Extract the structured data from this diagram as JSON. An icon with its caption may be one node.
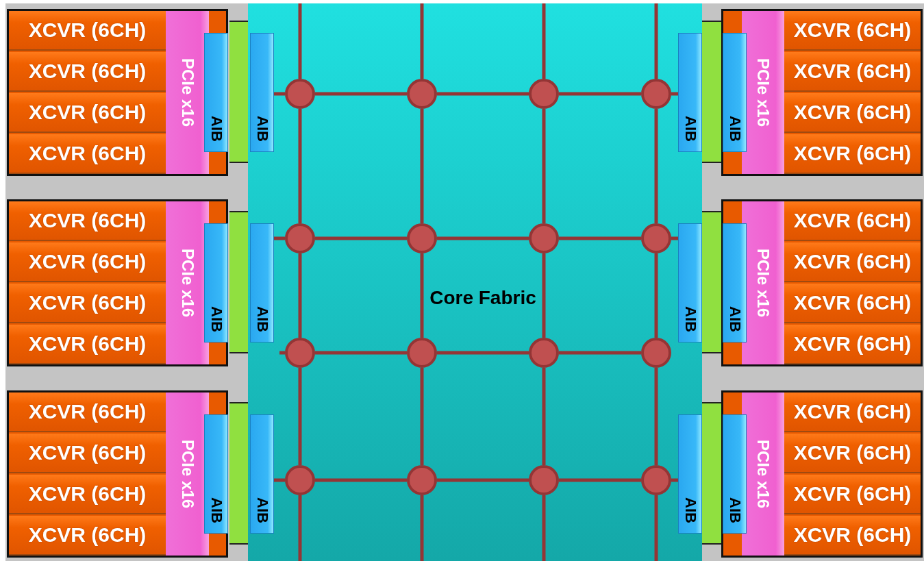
{
  "diagram": {
    "nodes": [
      {
        "text": [],
        "shape": "box"
      },
      {
        "text": [
          "XCVR (6CH)"
        ],
        "in": 0
      },
      {
        "text": [
          "XCVR (6CH)"
        ],
        "in": 0
      },
      {
        "text": [
          "XCVR (6CH)"
        ],
        "in": 0
      },
      {
        "text": [
          "XCVR (6CH)"
        ],
        "in": 0
      },
      {
        "text": [
          "PCIe x16"
        ],
        "in": 0
      },
      {
        "text": [
          "AIB"
        ],
        "in": 0
      },
      {
        "text": [],
        "shape": "bar"
      },
      {
        "text": [],
        "shape": "box"
      },
      {
        "text": [
          "XCVR (6CH)"
        ],
        "in": 8
      },
      {
        "text": [
          "XCVR (6CH)"
        ],
        "in": 8
      },
      {
        "text": [
          "XCVR (6CH)"
        ],
        "in": 8
      },
      {
        "text": [
          "XCVR (6CH)"
        ],
        "in": 8
      },
      {
        "text": [
          "PCIe x16"
        ],
        "in": 8
      },
      {
        "text": [
          "AIB"
        ],
        "in": 8
      },
      {
        "text": [],
        "shape": "bar"
      },
      {
        "text": [],
        "shape": "box"
      },
      {
        "text": [
          "XCVR (6CH)"
        ],
        "in": 16
      },
      {
        "text": [
          "XCVR (6CH)"
        ],
        "in": 16
      },
      {
        "text": [
          "XCVR (6CH)"
        ],
        "in": 16
      },
      {
        "text": [
          "XCVR (6CH)"
        ],
        "in": 16
      },
      {
        "text": [
          "PCIe x16"
        ],
        "in": 16
      },
      {
        "text": [
          "AIB"
        ],
        "in": 16
      },
      {
        "text": [],
        "shape": "bar"
      },
      {
        "text": [
          "Core Fabric"
        ]
      },
      {
        "text": [
          "AIB"
        ],
        "in": 24
      },
      {
        "text": [
          "AIB"
        ],
        "in": 24
      },
      {
        "text": [
          "AIB"
        ],
        "in": 24
      },
      {
        "text": [
          "AIB"
        ],
        "in": 24
      },
      {
        "text": [
          "AIB"
        ],
        "in": 24
      },
      {
        "text": [
          "AIB"
        ],
        "in": 24
      },
      {
        "text": [],
        "shape": "circle",
        "in": 24
      },
      {
        "text": [],
        "shape": "circle",
        "in": 24
      },
      {
        "text": [],
        "shape": "circle",
        "in": 24
      },
      {
        "text": [],
        "shape": "circle",
        "in": 24
      },
      {
        "text": [],
        "shape": "circle",
        "in": 24
      },
      {
        "text": [],
        "shape": "circle",
        "in": 24
      },
      {
        "text": [],
        "shape": "circle",
        "in": 24
      },
      {
        "text": [],
        "shape": "circle",
        "in": 24
      },
      {
        "text": [],
        "shape": "circle",
        "in": 24
      },
      {
        "text": [],
        "shape": "circle",
        "in": 24
      },
      {
        "text": [],
        "shape": "circle",
        "in": 24
      },
      {
        "text": [],
        "shape": "circle",
        "in": 24
      },
      {
        "text": [],
        "shape": "circle",
        "in": 24
      },
      {
        "text": [],
        "shape": "circle",
        "in": 24
      },
      {
        "text": [],
        "shape": "circle",
        "in": 24
      },
      {
        "text": [],
        "shape": "circle",
        "in": 24
      },
      {
        "text": [],
        "shape": "bar"
      },
      {
        "text": [],
        "shape": "box"
      },
      {
        "text": [
          "AIB"
        ],
        "in": 48
      },
      {
        "text": [
          "PCIe x16"
        ],
        "in": 48
      },
      {
        "text": [
          "XCVR (6CH)"
        ],
        "in": 48
      },
      {
        "text": [
          "XCVR (6CH)"
        ],
        "in": 48
      },
      {
        "text": [
          "XCVR (6CH)"
        ],
        "in": 48
      },
      {
        "text": [
          "XCVR (6CH)"
        ],
        "in": 48
      },
      {
        "text": [],
        "shape": "bar"
      },
      {
        "text": [],
        "shape": "box"
      },
      {
        "text": [
          "AIB"
        ],
        "in": 56
      },
      {
        "text": [
          "PCIe x16"
        ],
        "in": 56
      },
      {
        "text": [
          "XCVR (6CH)"
        ],
        "in": 56
      },
      {
        "text": [
          "XCVR (6CH)"
        ],
        "in": 56
      },
      {
        "text": [
          "XCVR (6CH)"
        ],
        "in": 56
      },
      {
        "text": [
          "XCVR (6CH)"
        ],
        "in": 56
      },
      {
        "text": [],
        "shape": "bar"
      },
      {
        "text": [],
        "shape": "box"
      },
      {
        "text": [
          "AIB"
        ],
        "in": 64
      },
      {
        "text": [
          "PCIe x16"
        ],
        "in": 64
      },
      {
        "text": [
          "XCVR (6CH)"
        ],
        "in": 64
      },
      {
        "text": [
          "XCVR (6CH)"
        ],
        "in": 64
      },
      {
        "text": [
          "XCVR (6CH)"
        ],
        "in": 64
      },
      {
        "text": [
          "XCVR (6CH)"
        ],
        "in": 64
      }
    ],
    "edges": [
      {
        "from": 31,
        "to": 32,
        "arrow": "none"
      },
      {
        "from": 32,
        "to": 33,
        "arrow": "none"
      },
      {
        "from": 33,
        "to": 34,
        "arrow": "none"
      },
      {
        "from": 35,
        "to": 36,
        "arrow": "none"
      },
      {
        "from": 36,
        "to": 37,
        "arrow": "none"
      },
      {
        "from": 37,
        "to": 38,
        "arrow": "none"
      },
      {
        "from": 39,
        "to": 40,
        "arrow": "none"
      },
      {
        "from": 40,
        "to": 41,
        "arrow": "none"
      },
      {
        "from": 41,
        "to": 42,
        "arrow": "none"
      },
      {
        "from": 43,
        "to": 44,
        "arrow": "none"
      },
      {
        "from": 44,
        "to": 45,
        "arrow": "none"
      },
      {
        "from": 45,
        "to": 46,
        "arrow": "none"
      },
      {
        "from": 31,
        "to": 35,
        "arrow": "none"
      },
      {
        "from": 32,
        "to": 36,
        "arrow": "none"
      },
      {
        "from": 33,
        "to": 37,
        "arrow": "none"
      },
      {
        "from": 34,
        "to": 38,
        "arrow": "none"
      },
      {
        "from": 35,
        "to": 39,
        "arrow": "none"
      },
      {
        "from": 36,
        "to": 40,
        "arrow": "none"
      },
      {
        "from": 37,
        "to": 41,
        "arrow": "none"
      },
      {
        "from": 38,
        "to": 42,
        "arrow": "none"
      },
      {
        "from": 39,
        "to": 43,
        "arrow": "none"
      },
      {
        "from": 40,
        "to": 44,
        "arrow": "none"
      },
      {
        "from": 41,
        "to": 45,
        "arrow": "none"
      },
      {
        "from": 42,
        "to": 46,
        "arrow": "none"
      },
      {
        "from": null,
        "to": 31,
        "arrow": "none"
      },
      {
        "from": null,
        "to": 32,
        "arrow": "none"
      },
      {
        "from": null,
        "to": 33,
        "arrow": "none"
      },
      {
        "from": null,
        "to": 34,
        "arrow": "none"
      },
      {
        "from": 43,
        "to": null,
        "arrow": "none"
      },
      {
        "from": 44,
        "to": null,
        "arrow": "none"
      },
      {
        "from": 45,
        "to": null,
        "arrow": "none"
      },
      {
        "from": 46,
        "to": null,
        "arrow": "none"
      },
      {
        "from": 31,
        "to": 25,
        "arrow": "none"
      },
      {
        "from": 34,
        "to": 28,
        "arrow": "none"
      },
      {
        "from": 35,
        "to": 26,
        "arrow": "none"
      },
      {
        "from": 38,
        "to": 29,
        "arrow": "none"
      },
      {
        "from": null,
        "to": 39,
        "arrow": "none"
      },
      {
        "from": 43,
        "to": 27,
        "arrow": "none"
      },
      {
        "from": 46,
        "to": 30,
        "arrow": "none"
      }
    ]
  }
}
